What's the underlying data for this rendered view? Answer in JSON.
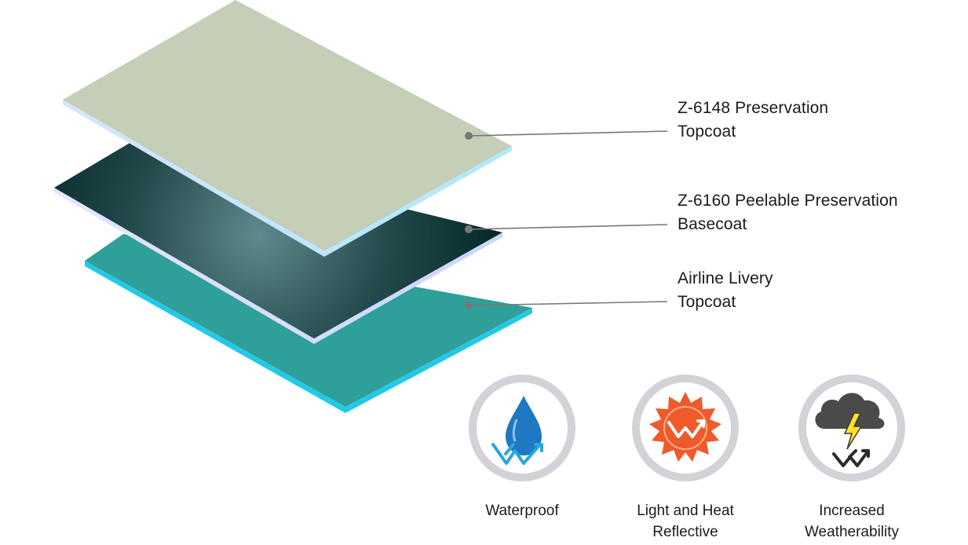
{
  "layers": [
    {
      "id": "preservation-topcoat",
      "lines": [
        "Z-6148 Preservation",
        "Topcoat"
      ],
      "color": "#c5cfb8"
    },
    {
      "id": "peelable-basecoat",
      "lines": [
        "Z-6160 Peelable Preservation",
        "Basecoat"
      ],
      "color": "#0e3d3d"
    },
    {
      "id": "livery-topcoat",
      "lines": [
        "Airline Livery",
        "Topcoat"
      ],
      "color": "#2f9f9a"
    }
  ],
  "features": [
    {
      "id": "waterproof",
      "icon": "water-drop-icon",
      "lines": [
        "Waterproof"
      ],
      "color": "#1e78c2"
    },
    {
      "id": "light-heat",
      "icon": "sun-icon",
      "lines": [
        "Light and Heat",
        "Reflective"
      ],
      "color": "#ef5a2a"
    },
    {
      "id": "weatherability",
      "icon": "storm-cloud-icon",
      "lines": [
        "Increased",
        "Weatherability"
      ],
      "color": "#4a4a4a"
    }
  ]
}
